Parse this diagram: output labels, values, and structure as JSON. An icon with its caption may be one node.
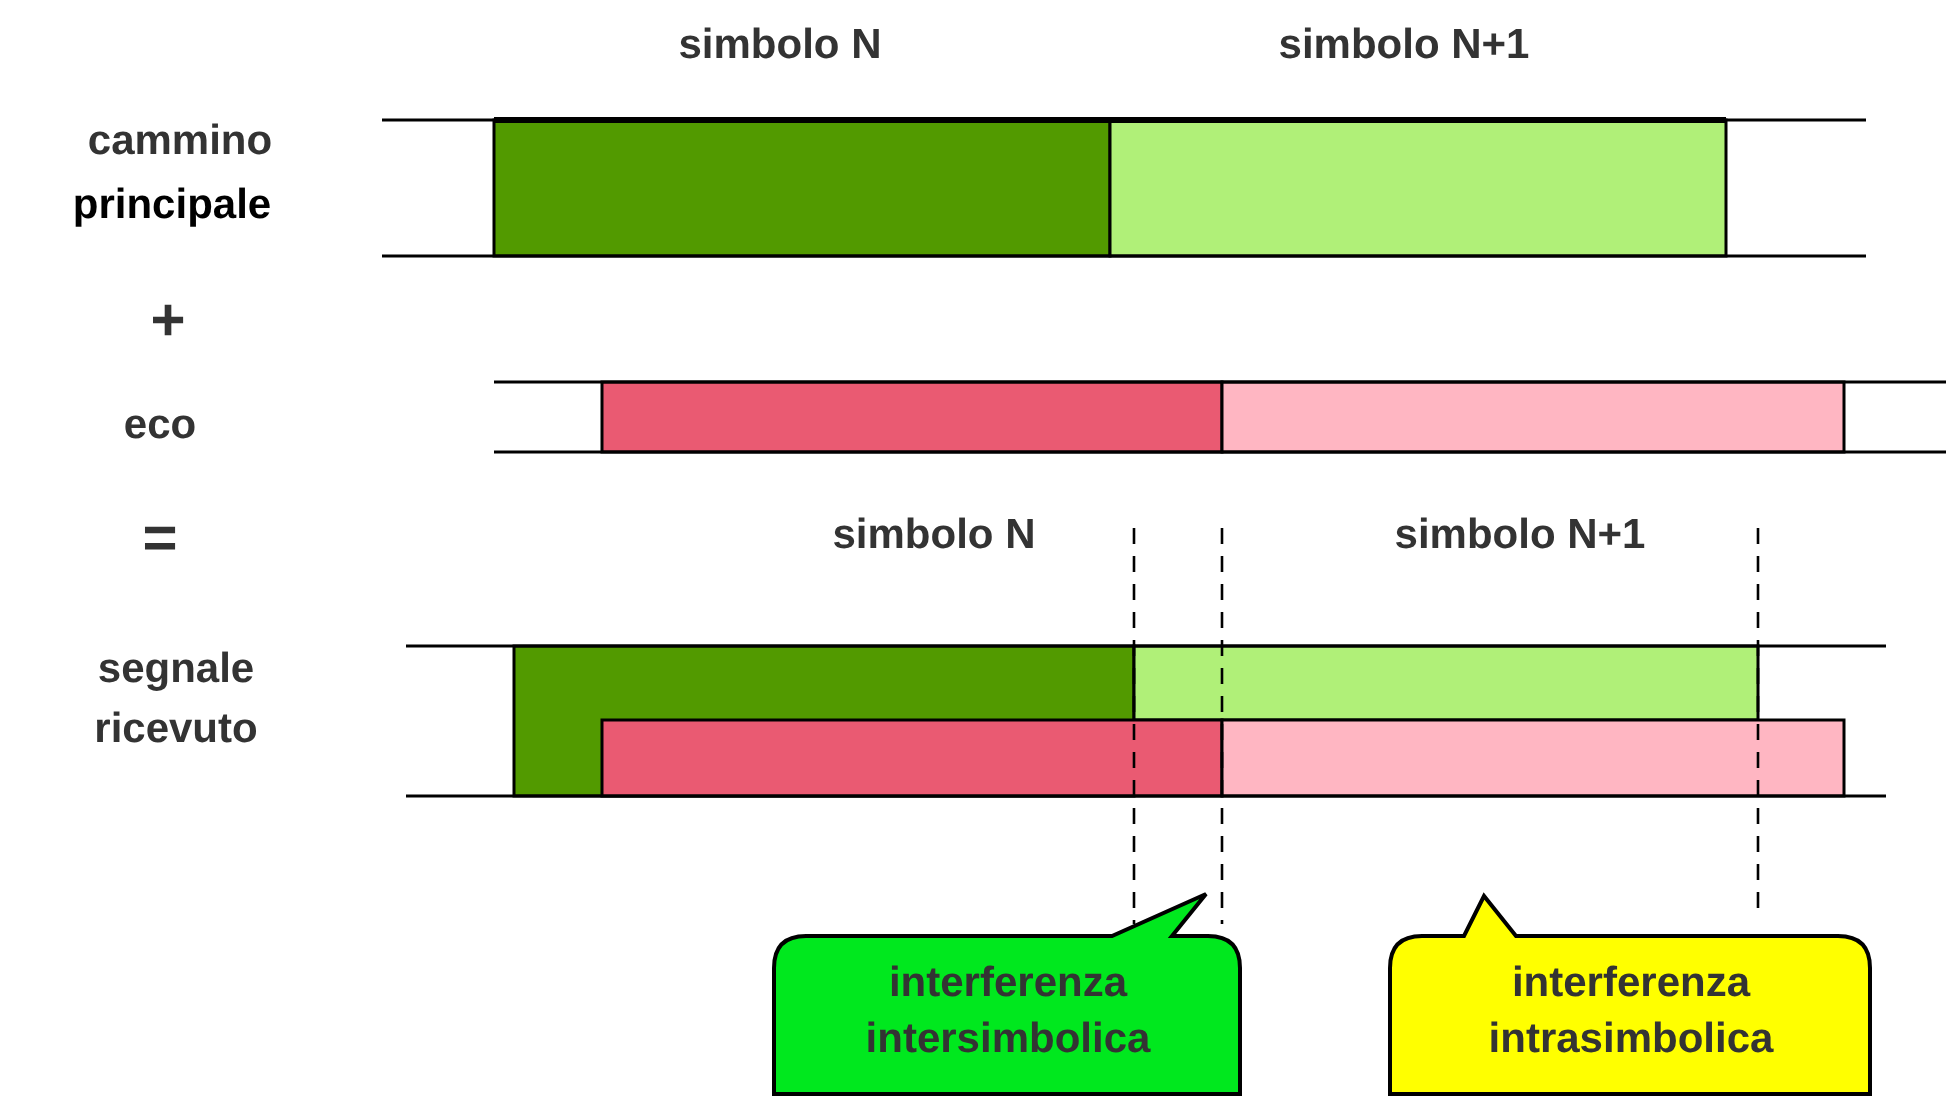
{
  "diagram": {
    "nodes": [
      {
        "text": [
          "interferenza intersimbolica"
        ]
      },
      {
        "text": [
          "interferenza intrasimbolica"
        ]
      }
    ],
    "labels": [
      "simbolo N",
      "simbolo N+1",
      "cammino",
      "principale",
      "+",
      "eco",
      "=",
      "simbolo N",
      "simbolo N+1",
      "segnale ricevuto"
    ]
  }
}
